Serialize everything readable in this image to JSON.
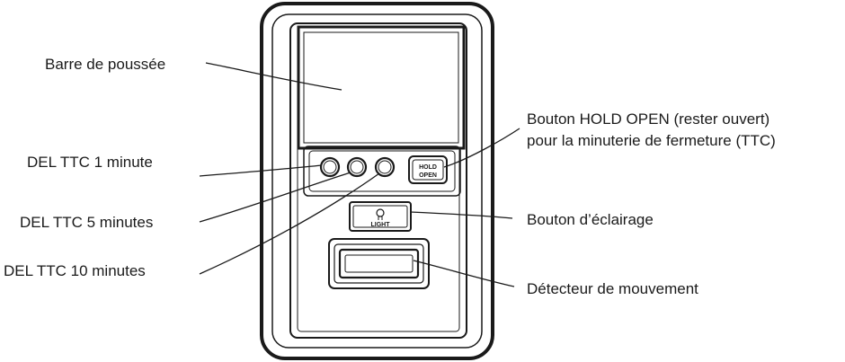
{
  "labels": {
    "push_bar": "Barre de poussée",
    "led_1": "DEL TTC 1 minute",
    "led_5": "DEL TTC 5 minutes",
    "led_10": "DEL TTC 10 minutes",
    "hold_open_line1": "Bouton HOLD OPEN (rester ouvert)",
    "hold_open_line2": "pour la minuterie de fermeture (TTC)",
    "light_button": "Bouton d’éclairage",
    "motion_detector": "Détecteur de mouvement"
  },
  "device": {
    "hold_text_1": "HOLD",
    "hold_text_2": "OPEN",
    "light_text": "LIGHT"
  }
}
